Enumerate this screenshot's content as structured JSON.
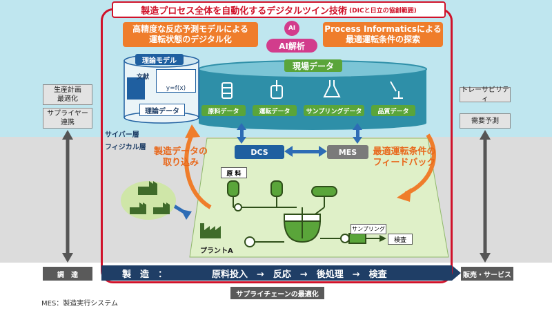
{
  "title": {
    "main": "製造プロセス全体を自動化するデジタルツイン技術",
    "note": "(DICと日立の協創範囲)"
  },
  "left_boxes": {
    "plan": "生産計画\n最適化",
    "supplier": "サプライヤー\n連携",
    "procure": "調　達"
  },
  "right_boxes": {
    "trace": "トレーサビリティ",
    "demand": "需要予測",
    "sales": "販売・サービス"
  },
  "top_boxes": {
    "left": "高精度な反応予測モデルによる\n運転状態のデジタル化",
    "right": "Process Informaticsによる\n最適運転条件の探索",
    "ai": "AI解析",
    "ai_icon_text": "AI"
  },
  "theory_model": {
    "title": "理論モデル",
    "doc": "文献",
    "formula": "y=f(x)",
    "data": "理論データ"
  },
  "field_data": {
    "title": "現場データ",
    "items": [
      "原料データ",
      "運転データ",
      "サンプリングデータ",
      "品質データ"
    ]
  },
  "layers": {
    "cyber": "サイバー層",
    "physical": "フィジカル層"
  },
  "systems": {
    "dcs": "DCS",
    "mes": "MES"
  },
  "arrows": {
    "left": "製造データの\n取り込み",
    "right": "最適運転条件の\nフィードバック"
  },
  "plant": {
    "material": "原 料",
    "sampling": "サンプリング",
    "inspection": "検査",
    "plant_a": "プラントA"
  },
  "bottom_bar": {
    "label": "製　造　：",
    "flow": "原料投入　→　反応　→　後処理　→　検査"
  },
  "supply_chain": "サプライチェーンの最適化",
  "footnote": "MES：製造実行システム",
  "colors": {
    "red": "#d0122a",
    "orange": "#ef7d2b",
    "navy": "#1f3e66",
    "green": "#5aa53a",
    "teal": "#2e8fa8"
  }
}
